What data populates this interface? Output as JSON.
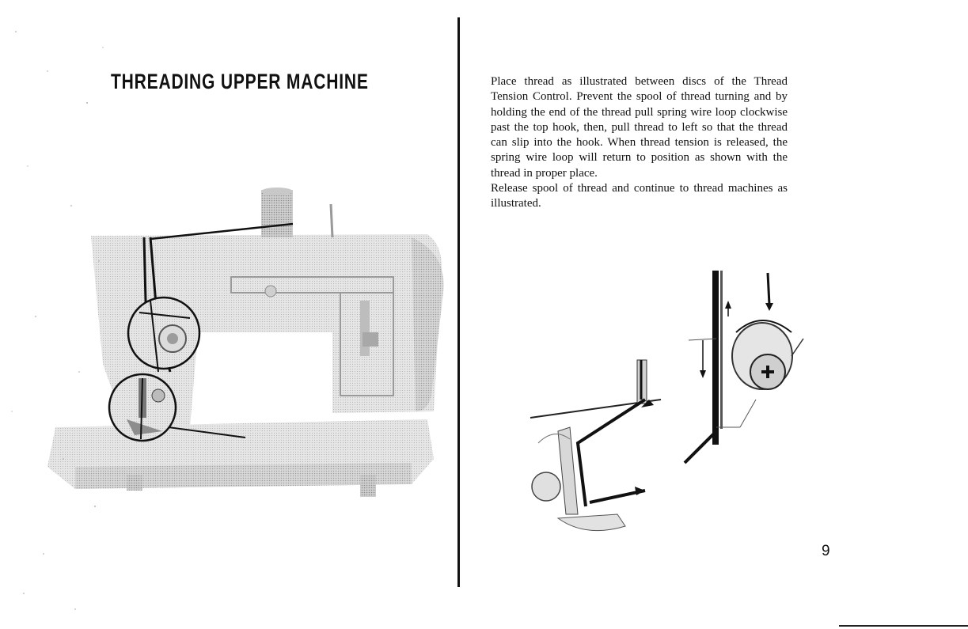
{
  "page": {
    "title": "THREADING UPPER MACHINE",
    "paragraphs": [
      "Place thread as illustrated between discs of the Thread Tension Control. Prevent the spool of thread turning and by holding the end of the thread pull spring wire loop clockwise past the top hook, then, pull thread to left so that the thread can slip into the hook. When thread tension is released, the spring wire loop will return to position as shown with the thread in proper place.",
      "Release spool of thread and continue to thread machines as illustrated."
    ],
    "page_number": "9"
  },
  "illustrations": {
    "main": "sewing-machine-photo",
    "detail_left": "needle-clamp-threading-diagram",
    "detail_right": "tension-control-diagram"
  },
  "colors": {
    "ink": "#111111",
    "machine_light": "#e4e4e4",
    "machine_mid": "#bdbdbd",
    "machine_dark": "#7d7d7d"
  }
}
